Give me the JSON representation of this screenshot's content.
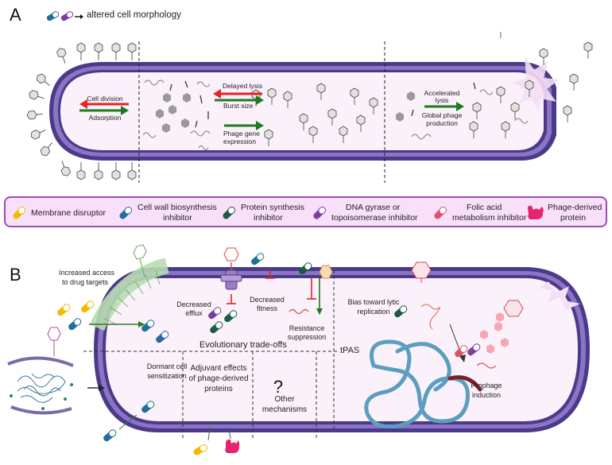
{
  "panel_a": {
    "letter": "A",
    "legend_caption": "altered cell morphology",
    "arrows": {
      "cell_division": "Cell division",
      "adsorption": "Adsorption",
      "delayed_lysis": "Delayed lysis",
      "burst_size": "Burst size",
      "phage_gene_expression_1": "Phage gene",
      "phage_gene_expression_2": "expression",
      "accelerated_lysis_1": "Accelerated",
      "accelerated_lysis_2": "lysis",
      "global_phage_production_1": "Global phage",
      "global_phage_production_2": "production"
    }
  },
  "legend": {
    "items": [
      {
        "label_1": "Membrane disruptor",
        "label_2": "",
        "color": "#f5b800"
      },
      {
        "label_1": "Cell wall biosynthesis",
        "label_2": "inhibitor",
        "color": "#1f6f9a"
      },
      {
        "label_1": "Protein synthesis",
        "label_2": "inhibitor",
        "color": "#1e5a46"
      },
      {
        "label_1": "DNA gyrase or",
        "label_2": "topoisomerase inhibitor",
        "color": "#7a3fa0"
      },
      {
        "label_1": "Folic acid",
        "label_2": "metabolism inhibitor",
        "color": "#e0506a"
      },
      {
        "label_1": "Phage-derived",
        "label_2": "protein",
        "color": "#e8246e"
      }
    ]
  },
  "panel_b": {
    "letter": "B",
    "increased_access_1": "Increased access",
    "increased_access_2": "to drug targets",
    "decreased_efflux_1": "Decreased",
    "decreased_efflux_2": "efflux",
    "decreased_fitness_1": "Decreased",
    "decreased_fitness_2": "fitness",
    "resistance_suppression_1": "Resistance",
    "resistance_suppression_2": "suppression",
    "evolutionary_tradeoffs": "Evolutionary trade-offs",
    "bias_lytic_1": "Bias toward lytic",
    "bias_lytic_2": "replication",
    "tpas": "tPAS",
    "prophage_induction_1": "Prophage",
    "prophage_induction_2": "induction",
    "dormant_1": "Dormant cell",
    "dormant_2": "sensitization",
    "adjuvant_1": "Adjuvant effects",
    "adjuvant_2": "of phage-derived",
    "adjuvant_3": "proteins",
    "question": "?",
    "other_1": "Other",
    "other_2": "mechanisms"
  },
  "colors": {
    "membrane": "#4b3a8a",
    "membrane_light": "#8b74c4",
    "cytoplasm": "#fbf1fb",
    "green_arrow": "#1e7a1e",
    "red_arrow": "#e02424",
    "legend_bg": "#f9e0fa",
    "legend_border": "#9a4fb0"
  }
}
